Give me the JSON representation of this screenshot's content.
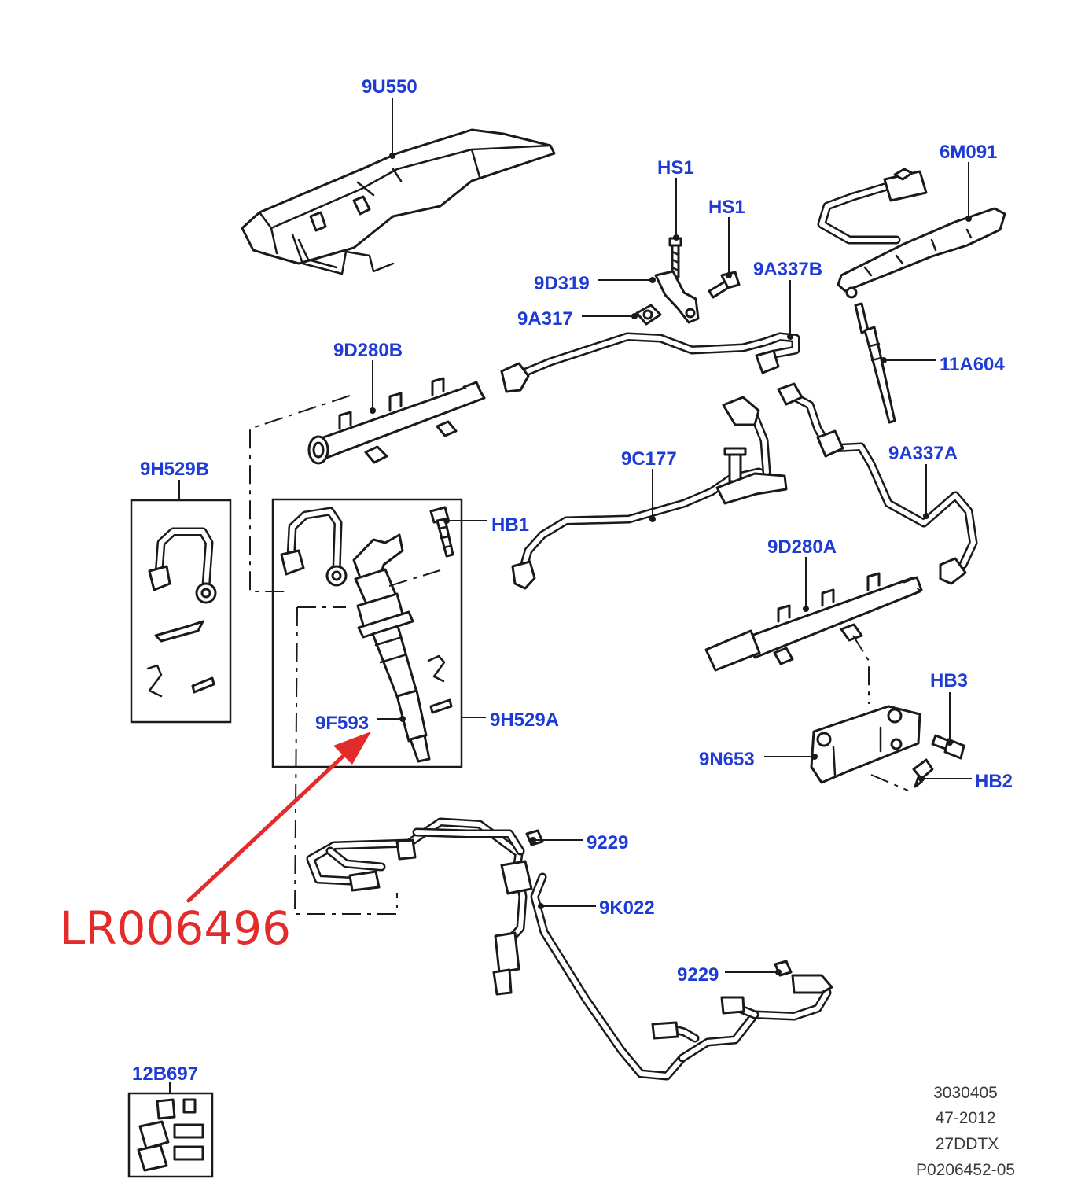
{
  "labels": {
    "p_9u550": "9U550",
    "p_hs1_a": "HS1",
    "p_hs1_b": "HS1",
    "p_6m091": "6M091",
    "p_9d319": "9D319",
    "p_9a337b": "9A337B",
    "p_9a317": "9A317",
    "p_9d280b": "9D280B",
    "p_11a604": "11A604",
    "p_9h529b": "9H529B",
    "p_9c177": "9C177",
    "p_9a337a": "9A337A",
    "p_hb1": "HB1",
    "p_9d280a": "9D280A",
    "p_hb3": "HB3",
    "p_9f593": "9F593",
    "p_9h529a": "9H529A",
    "p_9n653": "9N653",
    "p_hb2": "HB2",
    "p_9229_a": "9229",
    "p_9k022": "9K022",
    "p_9229_b": "9229",
    "p_12b697": "12B697"
  },
  "callout": {
    "part_number": "LR006496",
    "color": "#e32b2b"
  },
  "reference": {
    "line1": "3030405",
    "line2": "47-2012",
    "line3": "27DDTX",
    "line4": "P0206452-05"
  },
  "colors": {
    "label": "#1f3bd6",
    "line": "#1a1a1a"
  }
}
